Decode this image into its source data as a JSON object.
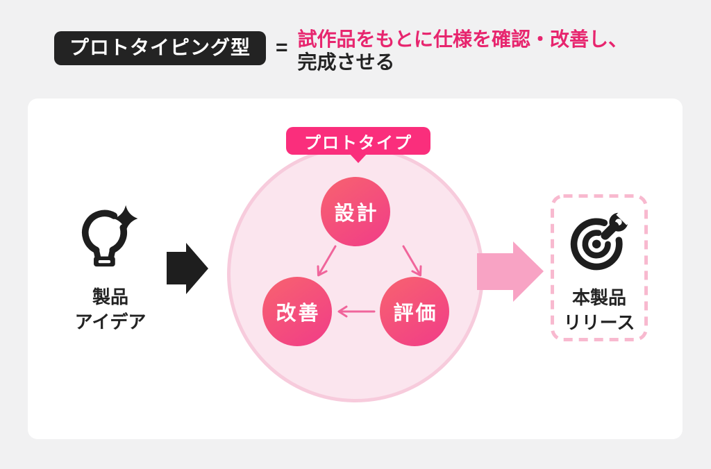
{
  "header": {
    "badge": "プロトタイピング型",
    "equals": "=",
    "definition_line1": "試作品をもとに仕様を確認・改善し、",
    "definition_line2": "完成させる"
  },
  "diagram": {
    "idea": {
      "icon": "lightbulb-sparkle-icon",
      "line1": "製品",
      "line2": "アイデア"
    },
    "flow_in_arrow": "black-arrow-right",
    "prototype": {
      "badge": "プロトタイプ",
      "steps": [
        {
          "label": "設計"
        },
        {
          "label": "改善"
        },
        {
          "label": "評価"
        }
      ],
      "arrows": [
        {
          "from": "設計",
          "to": "改善"
        },
        {
          "from": "設計",
          "to": "評価"
        },
        {
          "from": "評価",
          "to": "改善"
        }
      ]
    },
    "flow_out_arrow": "pink-arrow-right",
    "release": {
      "icon": "target-wrench-icon",
      "line1": "本製品",
      "line2": "リリース"
    }
  },
  "colors": {
    "background": "#F1F1F2",
    "card": "#FFFFFF",
    "badge_black": "#232323",
    "highlight_text": "#E7256E",
    "accent_pink": "#FA2E7C",
    "step_gradient_start": "#F7636F",
    "step_gradient_end": "#F13C88",
    "light_circle_fill": "#FBE5EE",
    "light_circle_ring": "#F7CBDC",
    "soft_arrow": "#F8A3C4",
    "thin_arrow": "#F0659B",
    "dashed_border": "#F8B9CF"
  }
}
